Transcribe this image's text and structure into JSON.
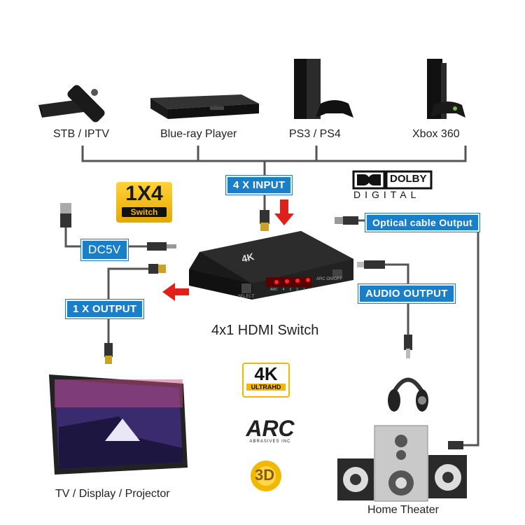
{
  "devices": {
    "stb": "STB / IPTV",
    "bluray": "Blue-ray Player",
    "ps": "PS3 / PS4",
    "xbox": "Xbox 360"
  },
  "labels": {
    "input": "4 X INPUT",
    "dc": "DC5V",
    "output": "1 X OUTPUT",
    "optical": "Optical cable Output",
    "audio": "AUDIO OUTPUT",
    "switch_name": "4x1 HDMI Switch",
    "tv": "TV / Display / Projector",
    "home_theater": "Home Theater"
  },
  "badges": {
    "onex4_big": "1X4",
    "onex4_small": "Switch",
    "fourk_big": "4K",
    "fourk_small": "ULTRAHD",
    "arc_big": "ARC",
    "arc_small": "ABRASIVES INC",
    "threed": "3D"
  },
  "dolby": {
    "brand": "DOLBY",
    "sub": "DIGITAL"
  },
  "switch_device": {
    "brand": "4K",
    "select": "SELECT",
    "arc": "ARC ON/OFF",
    "leds": [
      "",
      "ARC",
      "4",
      "3",
      "2",
      "1"
    ]
  },
  "colors": {
    "accent_blue": "#1a7fc9",
    "arrow_red": "#e0201b",
    "gold": "#f2b800"
  }
}
